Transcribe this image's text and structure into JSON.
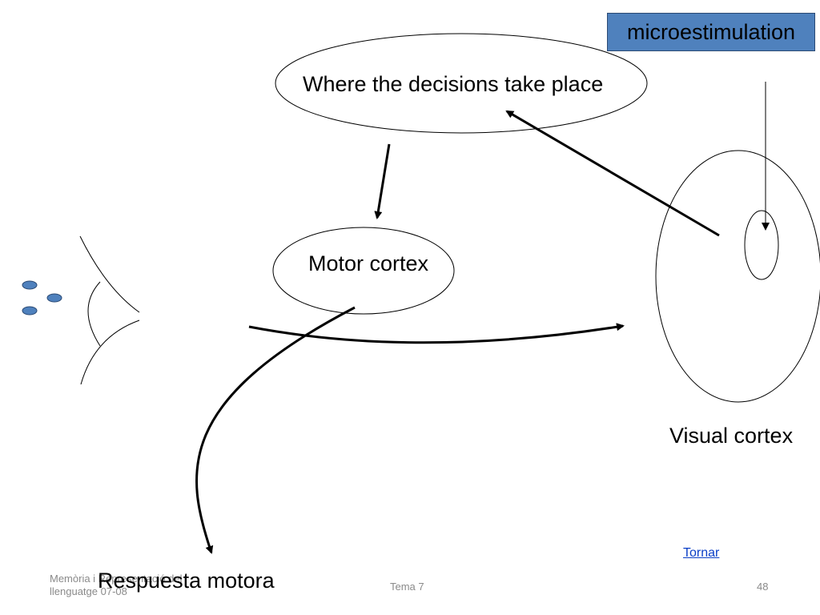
{
  "diagram": {
    "microstimulation_label": "microestimulation",
    "decisions_label": "Where the decisions take place",
    "motor_cortex_label": "Motor cortex",
    "visual_cortex_label": "Visual cortex",
    "motor_response_label": "Respuesta motora",
    "colors": {
      "box_fill": "#4f81bd",
      "dots_fill": "#4f81bd",
      "stroke": "#000000"
    }
  },
  "link": {
    "label": "Tornar"
  },
  "footer": {
    "left": "Memòria i Representació del llenguatge 07-08",
    "center": "Tema 7",
    "page_number": "48"
  }
}
